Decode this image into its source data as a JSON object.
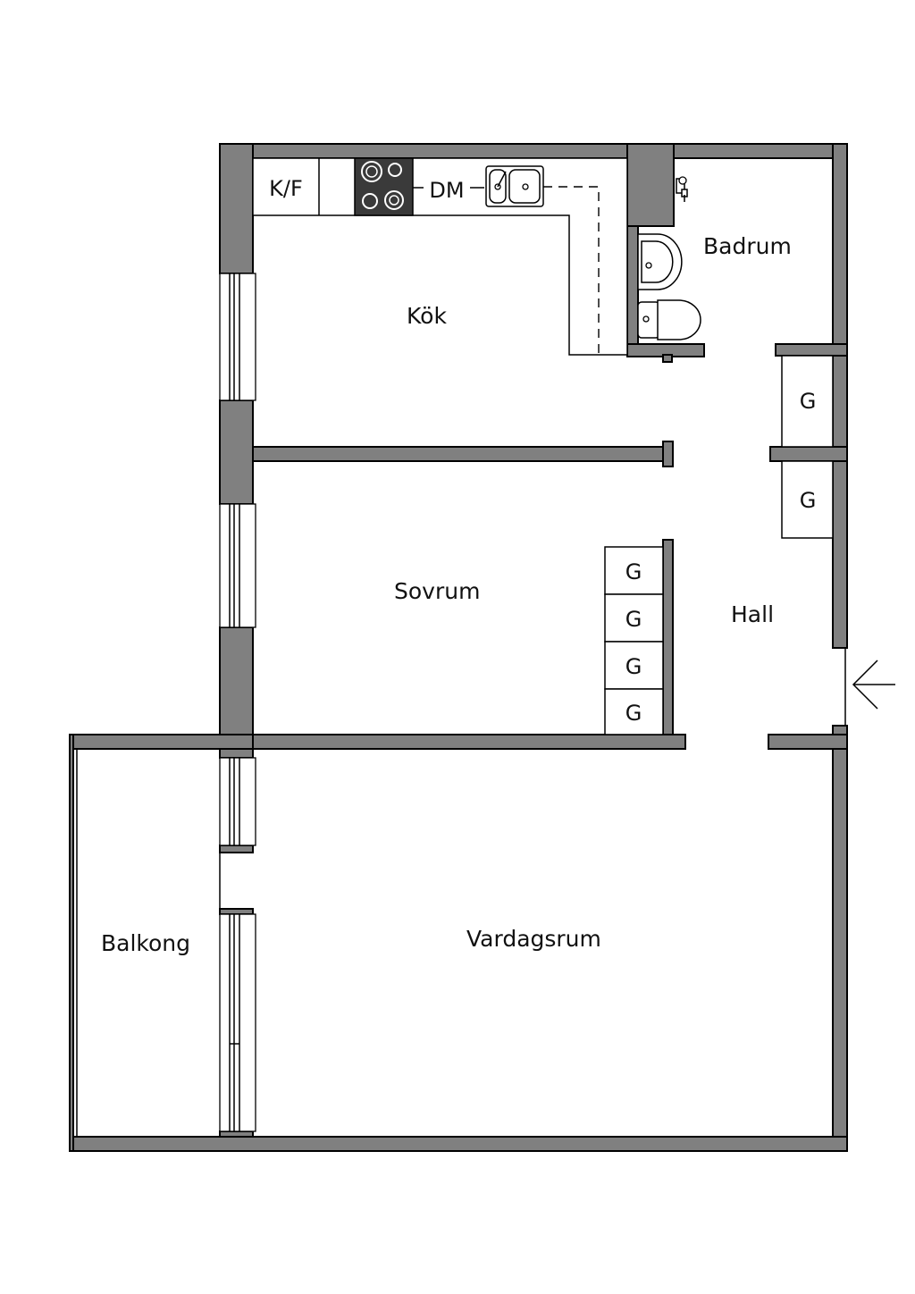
{
  "rooms": {
    "kitchen": "Kök",
    "bathroom": "Badrum",
    "bedroom": "Sovrum",
    "hall": "Hall",
    "living_room": "Vardagsrum",
    "balcony": "Balkong"
  },
  "appliances": {
    "fridge_freezer": "K/F",
    "dishwasher": "DM"
  },
  "storage": {
    "hall_wardrobes": [
      "G",
      "G"
    ],
    "bedroom_wardrobes": [
      "G",
      "G",
      "G",
      "G"
    ]
  },
  "colors": {
    "wall": "#808080",
    "stove": "#3a3a3a",
    "line": "#000000"
  }
}
